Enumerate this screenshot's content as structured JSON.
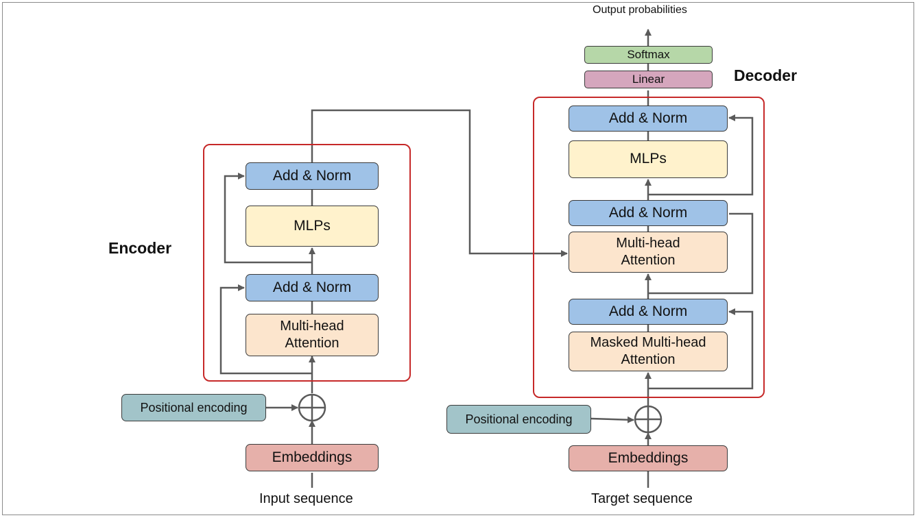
{
  "encoder": {
    "title": "Encoder",
    "add_norm_top": "Add & Norm",
    "mlps": "MLPs",
    "add_norm_bottom": "Add & Norm",
    "attention": "Multi-head\nAttention",
    "positional_encoding": "Positional encoding",
    "embeddings": "Embeddings",
    "input_label": "Input sequence"
  },
  "decoder": {
    "title": "Decoder",
    "add_norm_top": "Add & Norm",
    "mlps": "MLPs",
    "add_norm_middle": "Add & Norm",
    "cross_attention": "Multi-head\nAttention",
    "add_norm_bottom": "Add & Norm",
    "masked_attention": "Masked Multi-head\nAttention",
    "positional_encoding": "Positional encoding",
    "embeddings": "Embeddings",
    "target_label": "Target sequence",
    "linear": "Linear",
    "softmax": "Softmax",
    "output_label": "Output probabilities"
  },
  "colors": {
    "add_norm": "#9fc2e7",
    "mlp": "#fff2cc",
    "attention": "#fce5cd",
    "embeddings": "#e6b0aa",
    "positional": "#a2c4c9",
    "softmax": "#b6d7a8",
    "linear": "#d5a6bd",
    "block_border": "#c62828",
    "wire": "#5a5a5a"
  }
}
